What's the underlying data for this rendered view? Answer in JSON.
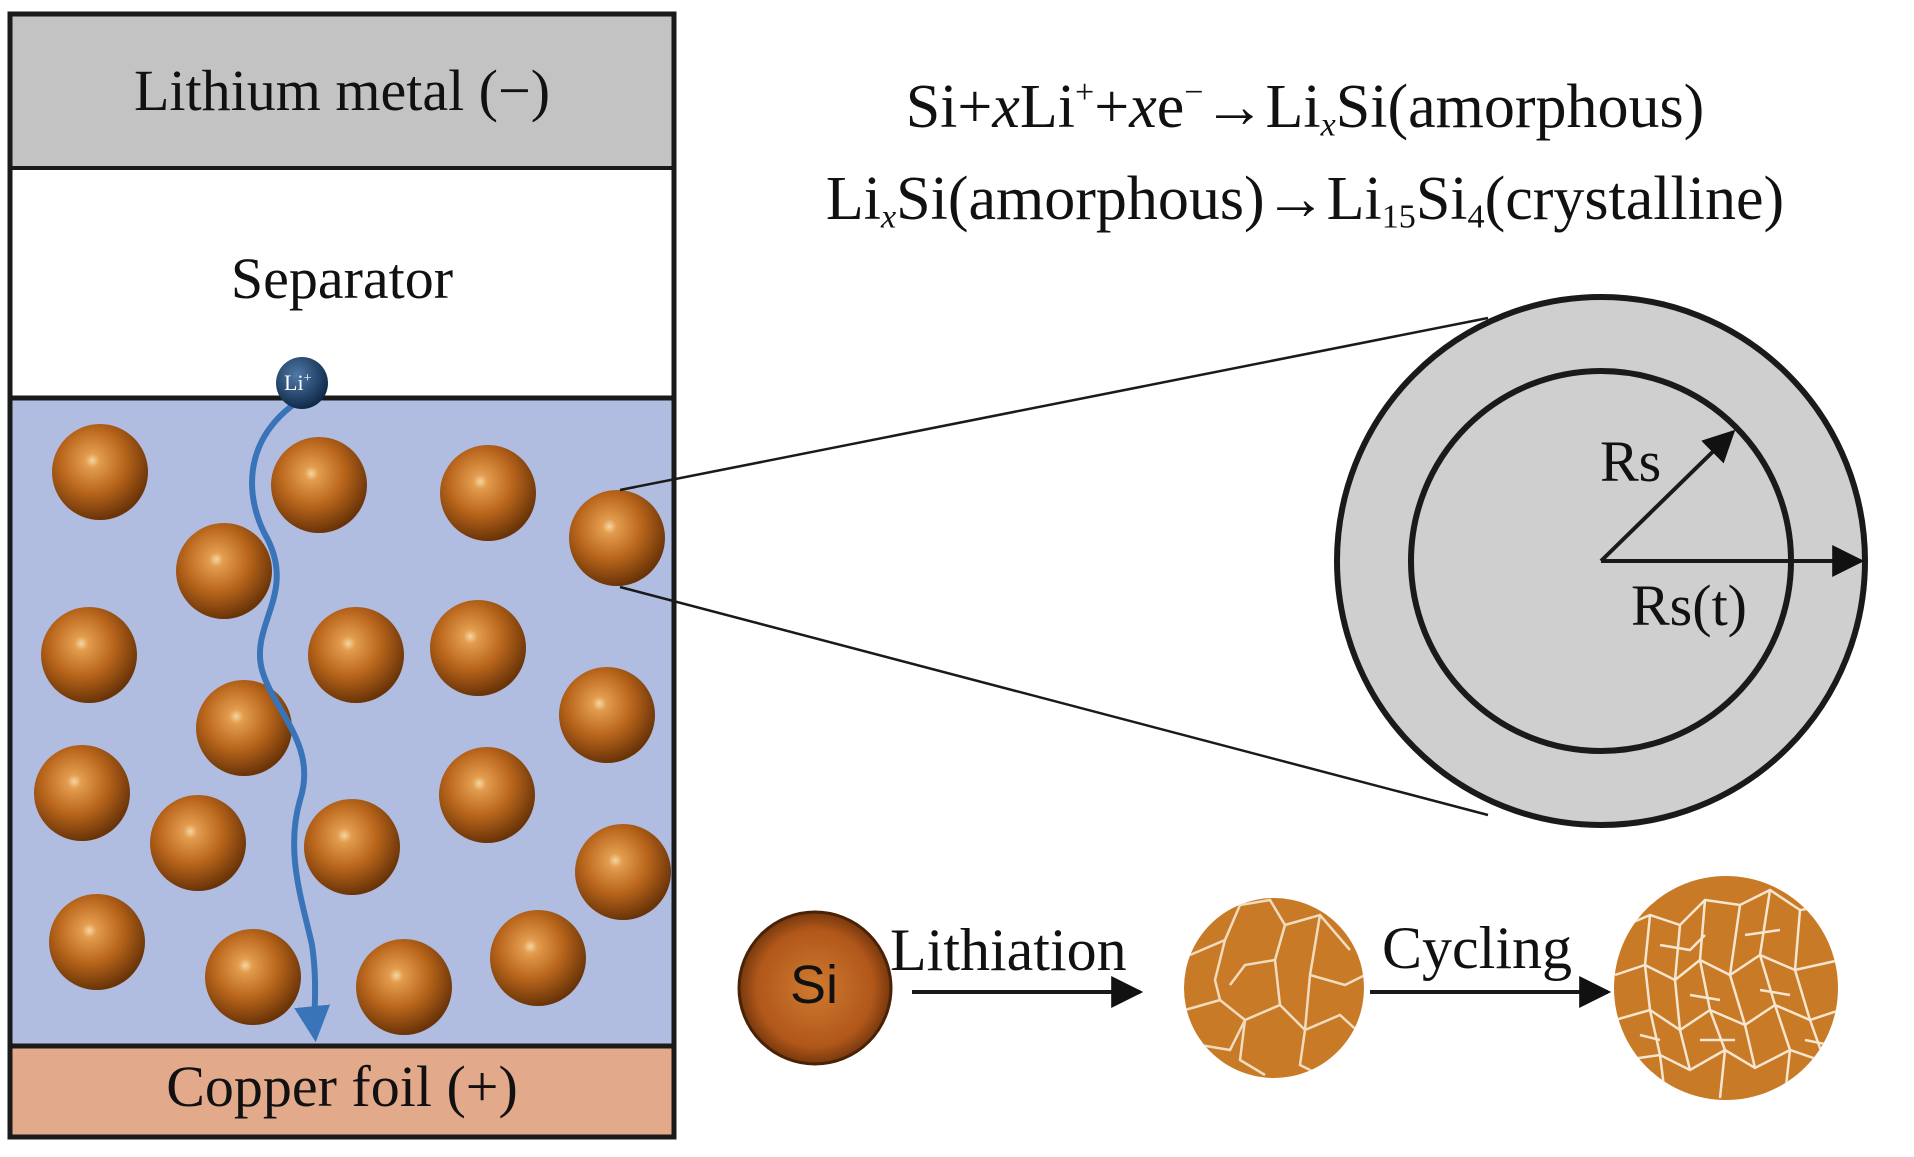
{
  "cell": {
    "anode_label": "Lithium metal (−)",
    "separator_label": "Separator",
    "current_collector_label": "Copper foil (+)",
    "ion_label": "Li",
    "ion_charge": "+"
  },
  "equations": {
    "eq1": {
      "si": "Si+",
      "x1": "x",
      "li": "Li",
      "li_charge": "+",
      "plus": "+",
      "x2": "x",
      "e": "e",
      "e_charge": "−",
      "arrow_product": "→Li",
      "x3": "x",
      "tail": "Si(amorphous)"
    },
    "eq2": {
      "li": "Li",
      "x": "x",
      "mid": "Si(amorphous)→Li",
      "sub15": "15",
      "si": "Si",
      "sub4": "4",
      "tail": "(crystalline)"
    }
  },
  "particle_model": {
    "inner_radius_label": "Rs",
    "outer_radius_label": "Rs(t)"
  },
  "evolution": {
    "particle_label": "Si",
    "step1_label": "Lithiation",
    "step2_label": "Cycling"
  },
  "colors": {
    "lithium_metal": "#c4c3c4",
    "separator": "#ffffff",
    "electrode": "#b0bde0",
    "copper_foil": "#e3a98b",
    "particle": "#b8651b",
    "ion_path": "#3a74b8",
    "lithiated_shell": "#cfcfcf",
    "fractured_particle": "#c87a26"
  }
}
